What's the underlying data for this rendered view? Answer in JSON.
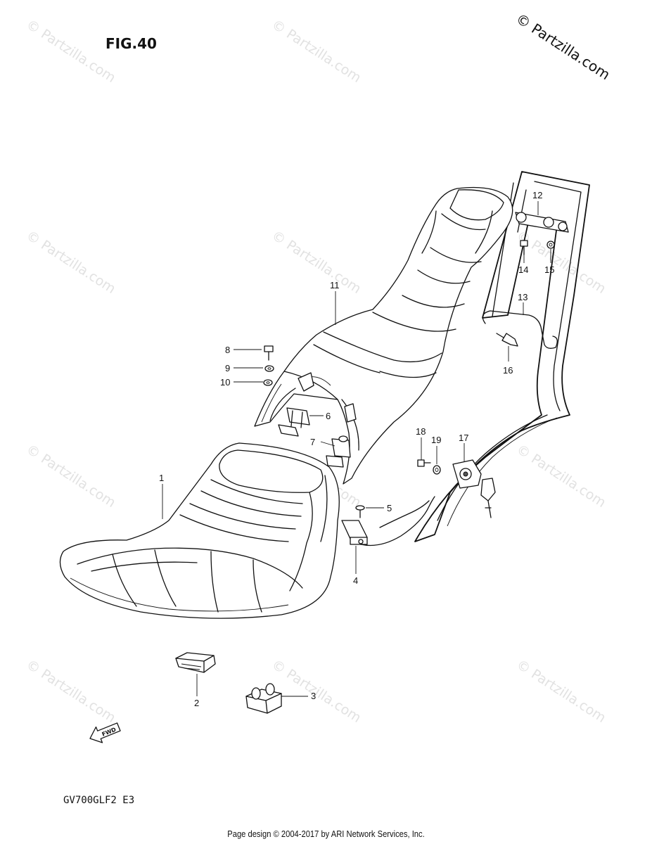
{
  "figure_label": "FIG.40",
  "copyright_mark": "© Partzilla.com",
  "watermark_text": "© Partzilla.com",
  "model_code": "GV700GLF2  E3",
  "footer_text": "Page design © 2004-2017 by ARI Network Services, Inc.",
  "fwd_label": "FWD",
  "callouts": [
    "1",
    "2",
    "3",
    "4",
    "5",
    "6",
    "7",
    "8",
    "9",
    "10",
    "11",
    "12",
    "13",
    "14",
    "15",
    "16",
    "17",
    "18",
    "19"
  ]
}
